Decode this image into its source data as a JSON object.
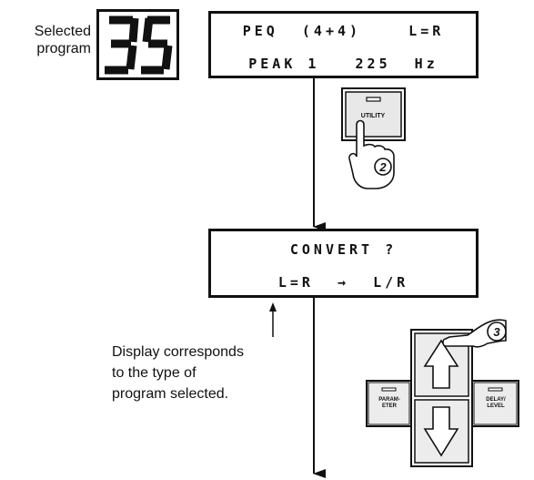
{
  "selected_program": {
    "label_line1": "Selected",
    "label_line2": "program",
    "number": "35"
  },
  "display1": {
    "line1": "PEQ  (4+4)    L=R",
    "line2": "PEAK 1   225  Hz"
  },
  "step2": {
    "key_label": "UTILITY",
    "step_number": "2"
  },
  "display2": {
    "line1": "CONVERT ?",
    "line2": "L=R  →  L/R"
  },
  "note": {
    "line1": "Display corresponds",
    "line2": "to the type of",
    "line3": "program selected."
  },
  "step3": {
    "left_key_label_1": "PARAM-",
    "left_key_label_2": "ETER",
    "right_key_label_1": "DELAY/",
    "right_key_label_2": "LEVEL",
    "step_number": "3"
  }
}
